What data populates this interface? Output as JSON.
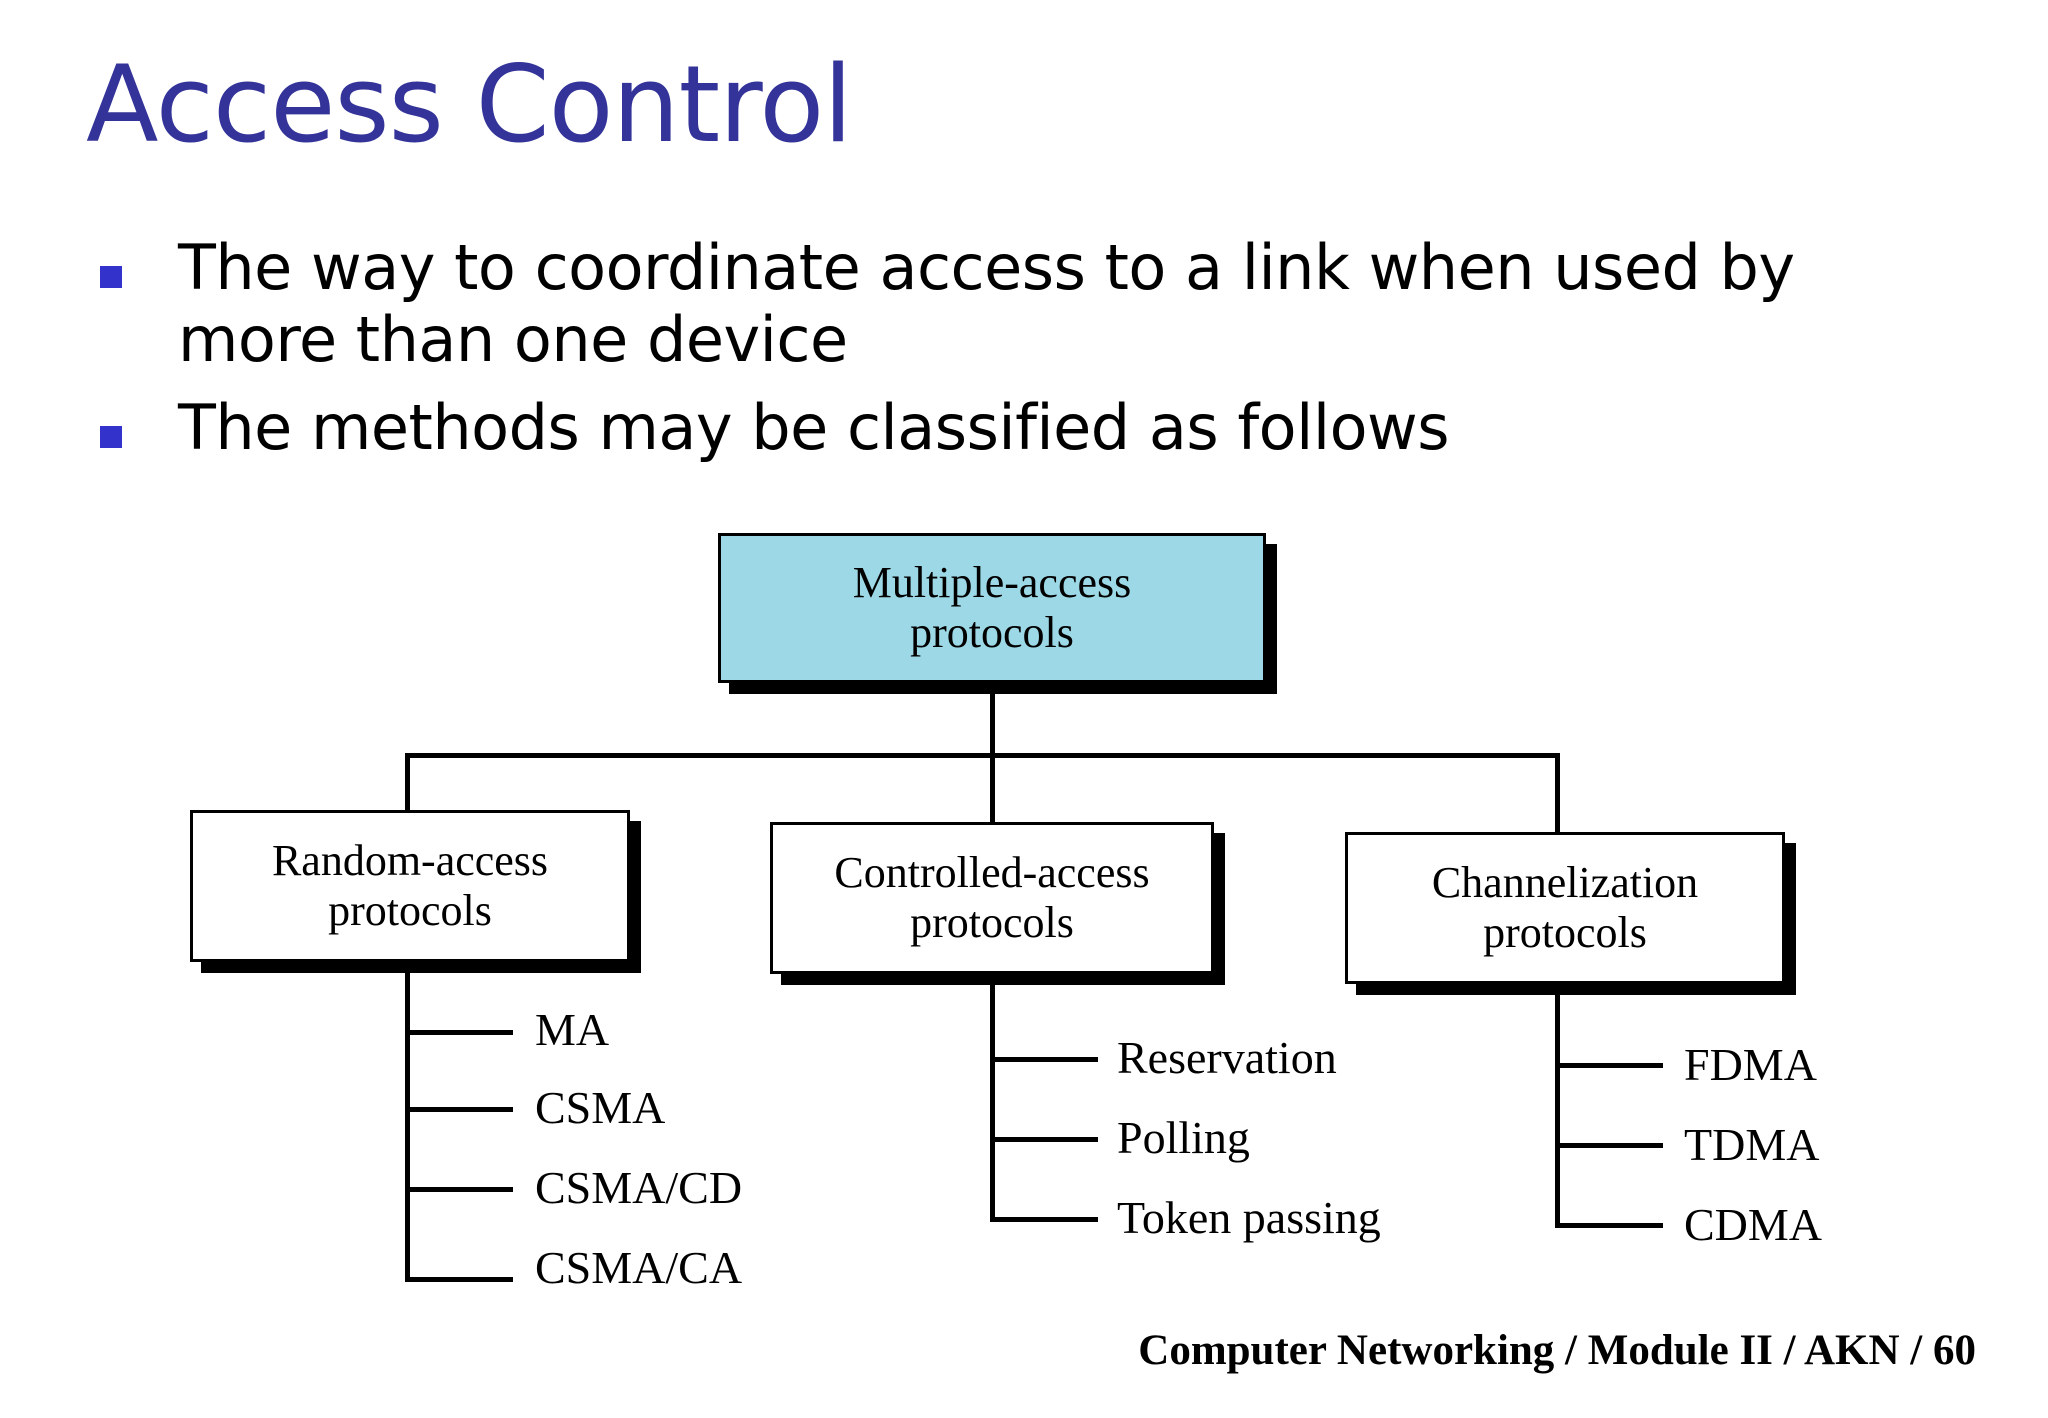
{
  "slide": {
    "title": "Access Control",
    "title_color": "#333399",
    "bullet_marker_color": "#3333cc",
    "bullets": [
      "The way to coordinate access to a link when used by more than one device",
      "The methods may be classified as follows"
    ],
    "footer": "Computer Networking / Module II / AKN / 60"
  },
  "diagram": {
    "root": {
      "label": "Multiple-access protocols",
      "line1": "Multiple-access",
      "line2": "protocols",
      "fill": "#9cd8e6"
    },
    "branches": [
      {
        "label": "Random-access protocols",
        "line1": "Random-access",
        "line2": "protocols",
        "fill": "#ffffff",
        "leaves": [
          "MA",
          "CSMA",
          "CSMA/CD",
          "CSMA/CA"
        ]
      },
      {
        "label": "Controlled-access protocols",
        "line1": "Controlled-access",
        "line2": "protocols",
        "fill": "#ffffff",
        "leaves": [
          "Reservation",
          "Polling",
          "Token passing"
        ]
      },
      {
        "label": "Channelization protocols",
        "line1": "Channelization",
        "line2": "protocols",
        "fill": "#ffffff",
        "leaves": [
          "FDMA",
          "TDMA",
          "CDMA"
        ]
      }
    ]
  }
}
